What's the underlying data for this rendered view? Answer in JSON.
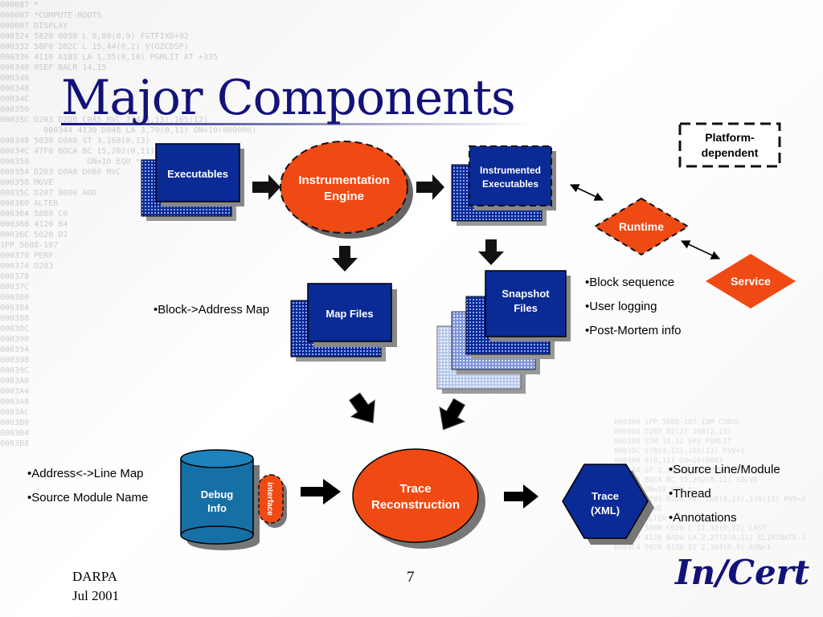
{
  "title": "Major Components",
  "background_code": "000087 *\n000087 *COMPUTE-ROOTS\n000087 DISPLAY\n000324 5820 0050 L 9,80(0,9) FGTFIXD+92\n000332 58F0 202C L 15,44(0,2) V(GZCDSP)\n000336 4110 A183 LA 1,35(0,10) PGMLIT AT +335\n000340 05EF BALR 14,15\n000346\n000348\n00034C\n000350\n00035C D203 D2D8 C0A5 MVC 724(4,13),165(12)\n         000344 4130 D048 LA 3,70(0,11) ON=10(000000)\n000348 5030 D0A8 ST 3,168(0,13)\n00034C 47F0 BOCA BC 15,202(0,11)\n000350            GN=10 EQU *\n000354 D203 D0A8 D0B0 MVC\n000358 MOVE\n00035C D207 8000 ADD\n000360 ALTER\n000364 5880 C0\n000368 4120 B4\n00036C 5020 D2\n1PP 5688-187\n000370 PERF\n000374 D203\n000378\n00037C\n000380\n000384\n000388\n00038C\n000390\n000394\n000398\n00039C\n0003A0\n0003A4\n0003A8\n0003AC\n0003B0\n0003B4\n0003B8",
  "background_code_right": "000390 1PP 5688-187 IBM COBOL\n000394 D203 02(2) 168(2,13)\n000398 STM 14,12 EPS PGMLIT\n00039C 170(4,13),168(13) PSV+1\n0003A0 0(0,11) GN=10(0003\n0003A4 ST 2,168(0,13) PVN=2\n0003A8 BOCA BC 15,202(0,11) SOLVE\n0003AC GN=10 EQU *\n0003B0 D203 D2D8 MVC 168(4,13),176(13) PVN=2\n0003B4 MOVE\n0003B8 ALTER\n0003BC 5880 C020 L 11,32(0,12) LAST\n0003C0 4120 BAD4 LA 2,2772(0,11) ELIMINATE-1\n0003C4 5020 9130 ST 2,304(0,9) AVN+1",
  "nodes": {
    "executables": "Executables",
    "instrumentation_engine": [
      "Instrumentation",
      "Engine"
    ],
    "instrumented_executables": [
      "Instrumented",
      "Executables"
    ],
    "platform_dependent": [
      "Platform-",
      "dependent"
    ],
    "runtime": "Runtime",
    "service": "Service",
    "map_files": "Map Files",
    "snapshot_files": [
      "Snapshot",
      "Files"
    ],
    "debug_info": [
      "Debug",
      "Info"
    ],
    "interface": "interface",
    "trace_reconstruction": [
      "Trace",
      "Reconstruction"
    ],
    "trace_xml": [
      "Trace",
      "(XML)"
    ]
  },
  "notes": {
    "map_files": [
      "•Block->Address Map"
    ],
    "snapshot": [
      "•Block sequence",
      "•User logging",
      "•Post-Mortem info"
    ],
    "debug": [
      "•Address<->Line Map",
      "•Source Module Name"
    ],
    "trace": [
      "•Source Line/Module",
      "•Thread",
      "•Annotations"
    ]
  },
  "footer": {
    "org": "DARPA",
    "date": "Jul 2001",
    "page": "7"
  },
  "logo": {
    "text_a": "In",
    "text_b": "Cert"
  },
  "colors": {
    "title": "#12127a",
    "box_blue": "#0a2a96",
    "orange": "#f04a14",
    "teal": "#1670a6",
    "page_bg": "#ffffff"
  }
}
